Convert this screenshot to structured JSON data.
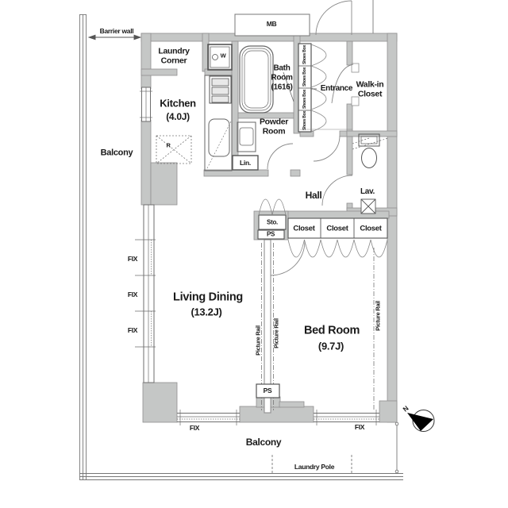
{
  "title": "Apartment floor plan",
  "colors": {
    "wall_fill": "#c5c7c6",
    "wall_stroke": "#8f8f8f",
    "line": "#6e6e6e",
    "text": "#1a1a1a",
    "compass": "#000000"
  },
  "labels": {
    "barrier_wall": "Barrier wall",
    "balcony_left": "Balcony",
    "balcony_bottom": "Balcony",
    "laundry_pole": "Laundry Pole",
    "laundry_corner_line1": "Laundry",
    "laundry_corner_line2": "Corner",
    "kitchen_name": "Kitchen",
    "kitchen_size": "(4.0J)",
    "mb": "MB",
    "washer": "W",
    "fridge": "R",
    "bath_line1": "Bath",
    "bath_line2": "Room",
    "bath_line3": "(1616)",
    "powder_line1": "Powder",
    "powder_line2": "Room",
    "linen": "Lin.",
    "shoes_box": "Shoes Box",
    "entrance": "Entrance",
    "wic_line1": "Walk-in",
    "wic_line2": "Closet",
    "lav": "Lav.",
    "hall": "Hall",
    "sto": "Sto.",
    "ps": "PS",
    "closet": "Closet",
    "fix": "FIX",
    "living_name": "Living Dining",
    "living_size": "(13.2J)",
    "bed_name": "Bed Room",
    "bed_size": "(9.7J)",
    "picture_rail": "Picture Rail",
    "compass_n": "N"
  }
}
